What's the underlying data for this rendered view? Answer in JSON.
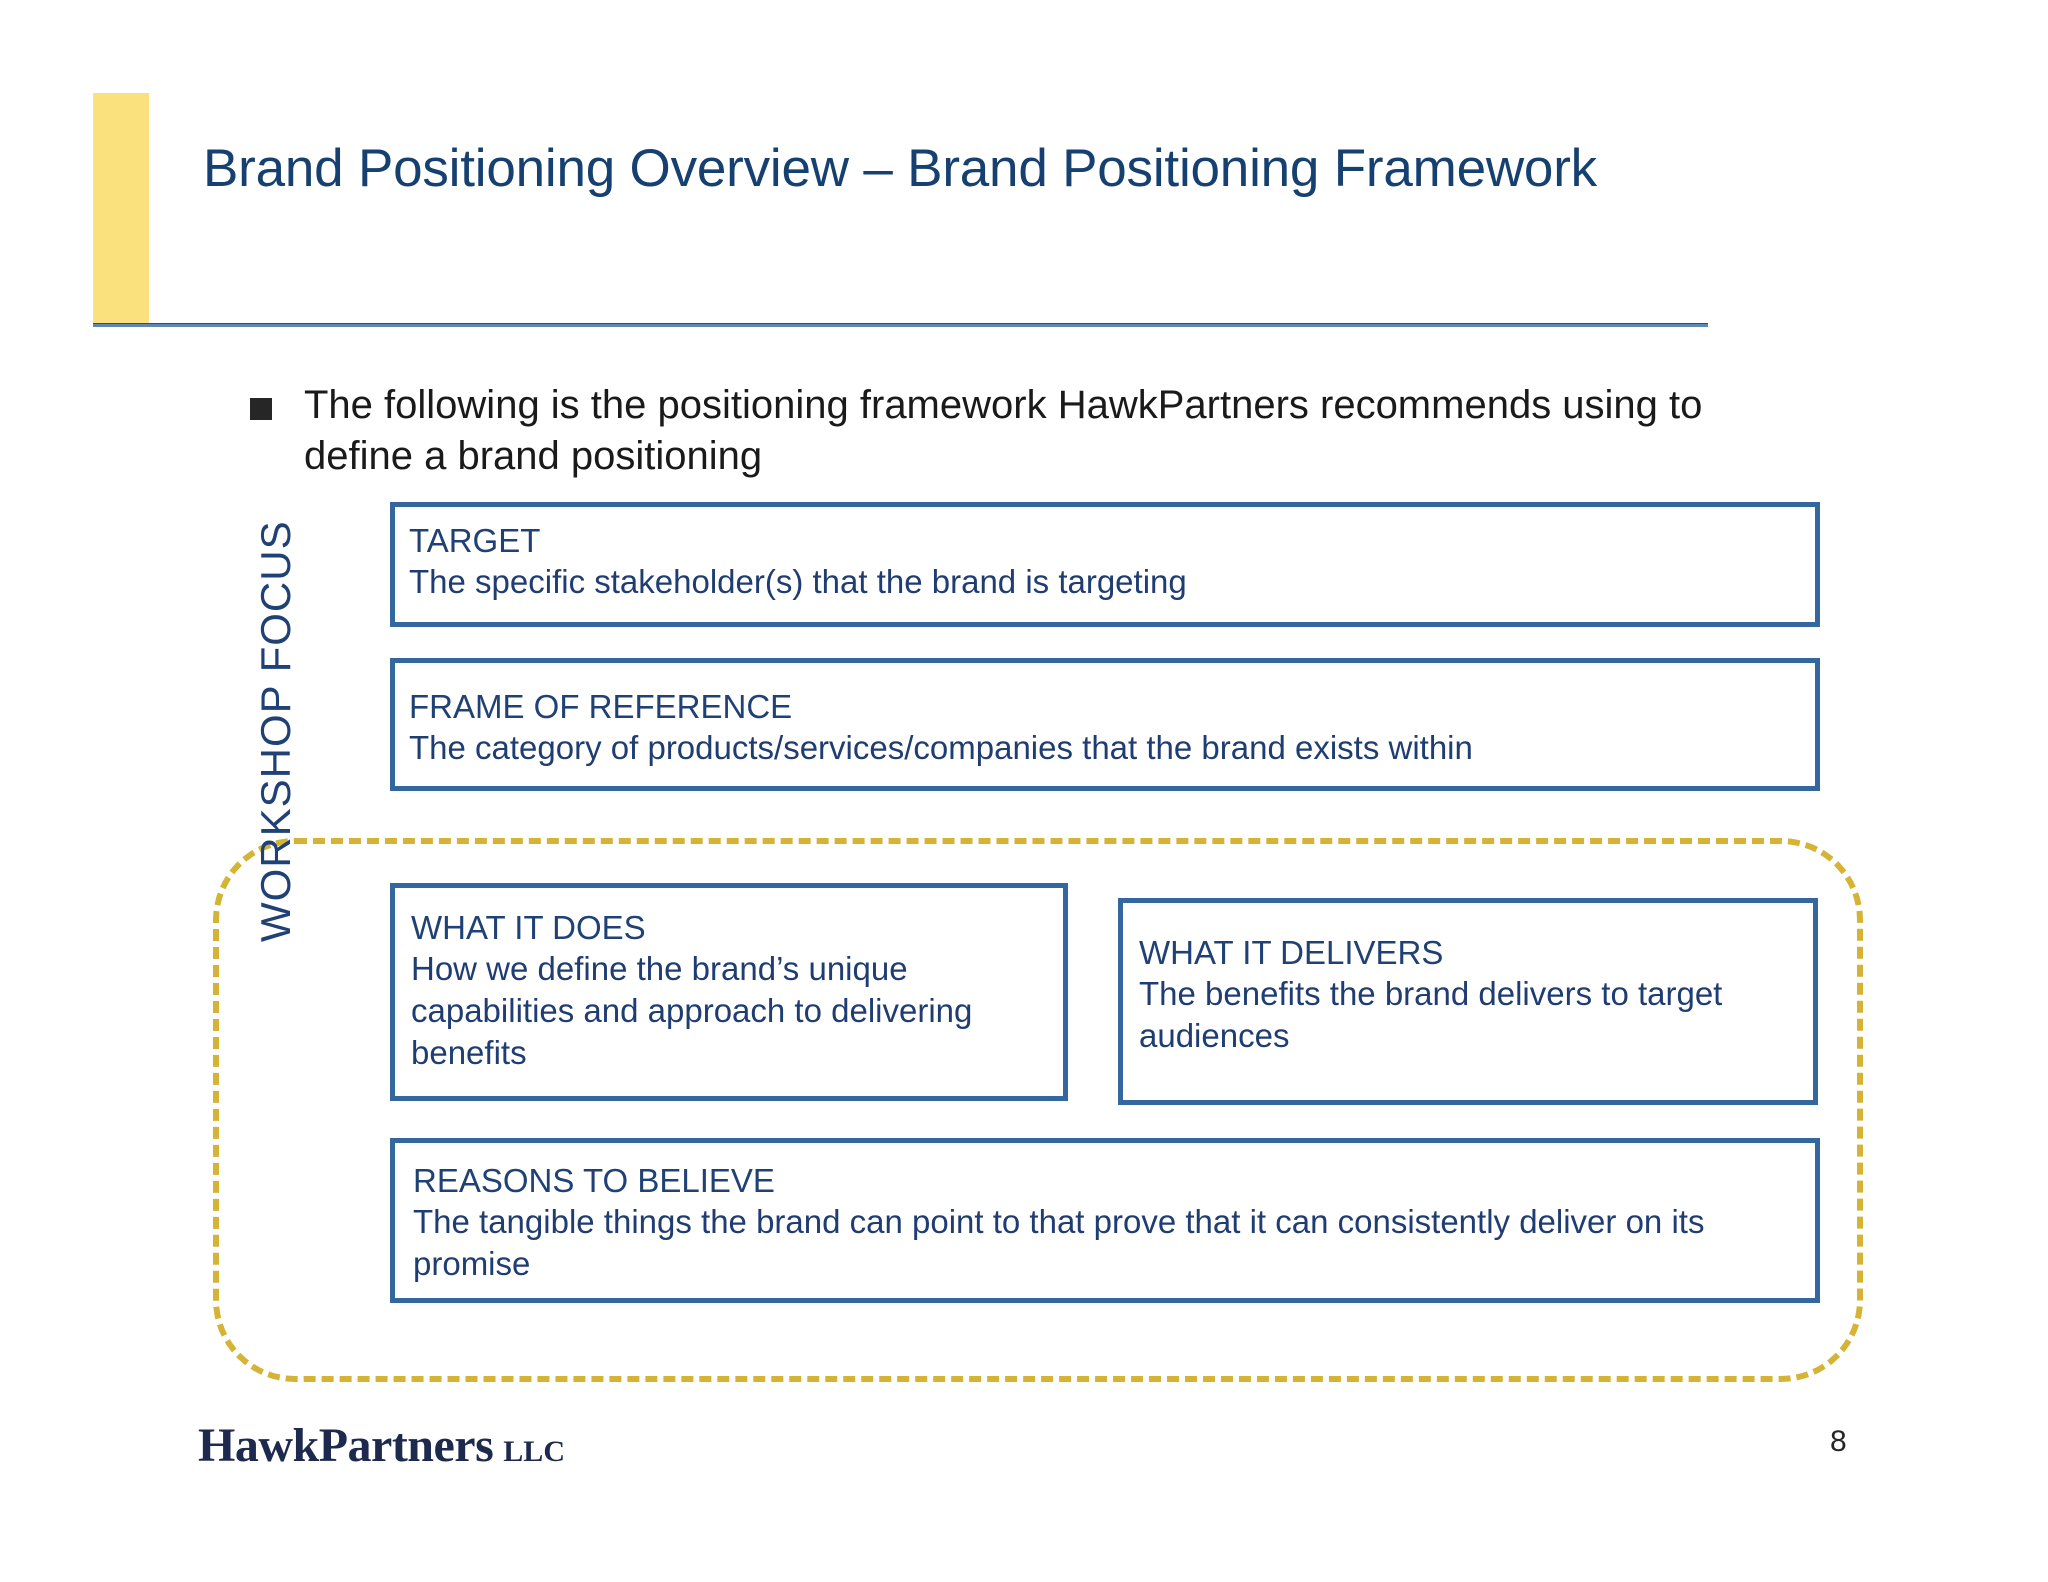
{
  "slide": {
    "title": "Brand Positioning Overview – Brand Positioning Framework",
    "page_number": "8"
  },
  "bullet": {
    "text": "The following is the positioning framework HawkPartners recommends using to define a brand positioning",
    "marker": "square-bullet"
  },
  "framework": {
    "workshop_focus_label": "WORKSHOP FOCUS",
    "boxes": [
      {
        "id": "target",
        "title": "TARGET",
        "description": "The specific stakeholder(s) that the brand is targeting"
      },
      {
        "id": "frame-of-reference",
        "title": "FRAME OF REFERENCE",
        "description": "The category of products/services/companies that the brand exists within"
      },
      {
        "id": "what-it-does",
        "title": "WHAT IT DOES",
        "description": "How we define the brand’s unique capabilities and approach to delivering benefits"
      },
      {
        "id": "what-it-delivers",
        "title": "WHAT IT DELIVERS",
        "description": "The benefits the brand delivers to target audiences"
      },
      {
        "id": "reasons-to-believe",
        "title": "REASONS TO BELIEVE",
        "description": "The tangible things the brand can point to that prove that it can consistently deliver on its promise"
      }
    ]
  },
  "footer": {
    "logo_primary": "HawkPartners",
    "logo_suffix": "LLC"
  },
  "colors": {
    "title_blue": "#16406f",
    "box_border_blue": "#35679f",
    "box_text_navy": "#1f3d72",
    "accent_yellow": "#fbe17d",
    "dashed_gold": "#d4b335",
    "logo_navy": "#1d2a4d"
  }
}
